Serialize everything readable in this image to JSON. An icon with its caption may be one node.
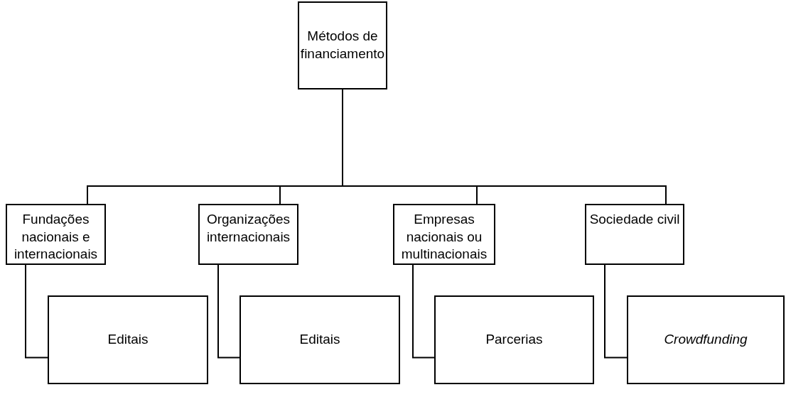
{
  "diagram": {
    "nodes": [
      {
        "text": [
          "Métodos de financiamento"
        ]
      },
      {
        "text": [
          "Fundações nacionais e internacionais"
        ]
      },
      {
        "text": [
          "Organizações internacionais"
        ]
      },
      {
        "text": [
          "Empresas nacionais ou multinacionais"
        ]
      },
      {
        "text": [
          "Sociedade civil"
        ]
      },
      {
        "text": [
          "Editais"
        ]
      },
      {
        "text": [
          "Editais"
        ]
      },
      {
        "text": [
          "Parcerias"
        ]
      },
      {
        "text": [
          "Crowdfunding"
        ]
      }
    ],
    "edges": [
      {
        "from": 0,
        "to": 1,
        "arrow": "none"
      },
      {
        "from": 0,
        "to": 2,
        "arrow": "none"
      },
      {
        "from": 0,
        "to": 3,
        "arrow": "none"
      },
      {
        "from": 0,
        "to": 4,
        "arrow": "none"
      },
      {
        "from": 1,
        "to": 5,
        "arrow": "none"
      },
      {
        "from": 2,
        "to": 6,
        "arrow": "none"
      },
      {
        "from": 3,
        "to": 7,
        "arrow": "none"
      },
      {
        "from": 4,
        "to": 8,
        "arrow": "none"
      }
    ]
  }
}
